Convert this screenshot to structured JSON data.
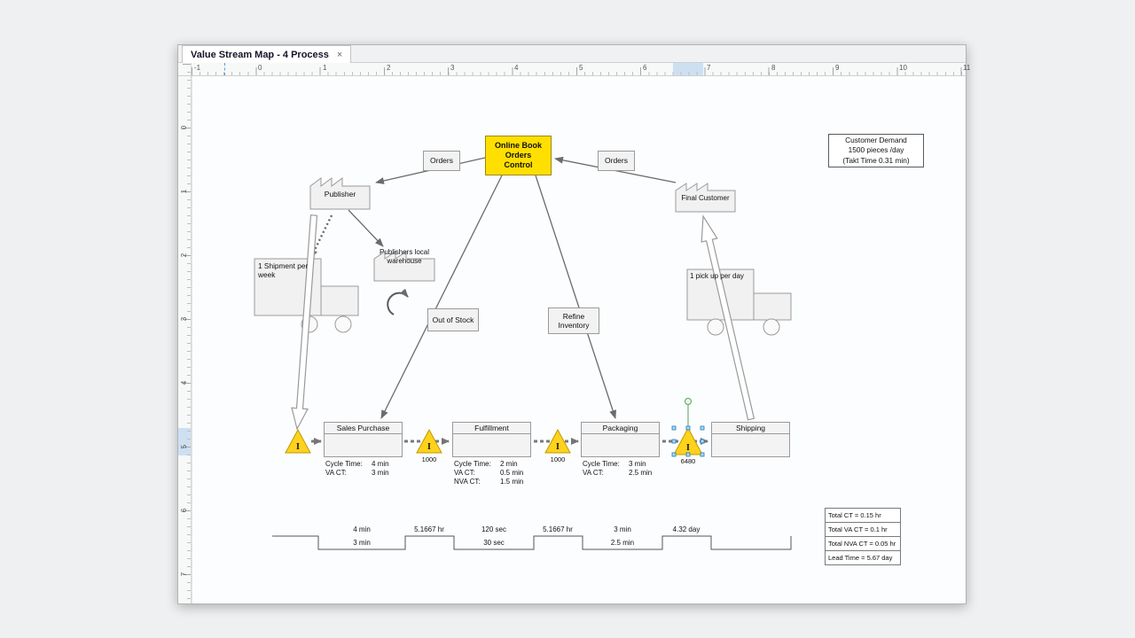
{
  "tab": {
    "title": "Value Stream Map - 4 Process",
    "close_icon": "×"
  },
  "hruler_labels": [
    "-1",
    "0",
    "1",
    "2",
    "3",
    "4",
    "5",
    "6",
    "7",
    "8",
    "9",
    "10",
    "11"
  ],
  "vruler_labels": [
    "0",
    "1",
    "2",
    "3",
    "4",
    "5",
    "6",
    "7"
  ],
  "info_boxes": {
    "customer_demand": "Customer Demand\n1500 pieces /day\n(Takt Time 0.31 min)",
    "control": "Online Book\nOrders\nControl",
    "orders_left": "Orders",
    "orders_right": "Orders",
    "out_of_stock": "Out of Stock",
    "refine_inventory": "Refine\nInventory"
  },
  "sources": {
    "publisher": "Publisher",
    "warehouse": "Publishers local\nwarehouse",
    "final_customer": "Final Customer"
  },
  "transport": {
    "shipment": "1 Shipment per\nweek",
    "pickup": "1 pick up per day"
  },
  "inventory": [
    {
      "symbol": "I",
      "qty": ""
    },
    {
      "symbol": "I",
      "qty": "1000"
    },
    {
      "symbol": "I",
      "qty": "1000"
    },
    {
      "symbol": "I",
      "qty": "6480"
    }
  ],
  "processes": [
    {
      "title": "Sales Purchase",
      "rows": [
        {
          "label": "Cycle Time:",
          "value": "4 min"
        },
        {
          "label": "VA CT:",
          "value": "3 min"
        }
      ]
    },
    {
      "title": "Fulfillment",
      "rows": [
        {
          "label": "Cycle Time:",
          "value": "2 min"
        },
        {
          "label": "VA CT:",
          "value": "0.5 min"
        },
        {
          "label": "NVA CT:",
          "value": "1.5 min"
        }
      ]
    },
    {
      "title": "Packaging",
      "rows": [
        {
          "label": "Cycle Time:",
          "value": "3 min"
        },
        {
          "label": "VA CT:",
          "value": "2.5 min"
        }
      ]
    },
    {
      "title": "Shipping",
      "rows": []
    }
  ],
  "timeline": {
    "top_labels": [
      "4 min",
      "5.1667 hr",
      "120 sec",
      "5.1667 hr",
      "3 min",
      "4.32 day"
    ],
    "bottom_labels": [
      "3 min",
      "30 sec",
      "2.5 min"
    ]
  },
  "summary": [
    "Total CT = 0.15 hr",
    "Total VA CT = 0.1 hr",
    "Total NVA CT = 0.05 hr",
    "Lead Time = 5.67 day"
  ]
}
